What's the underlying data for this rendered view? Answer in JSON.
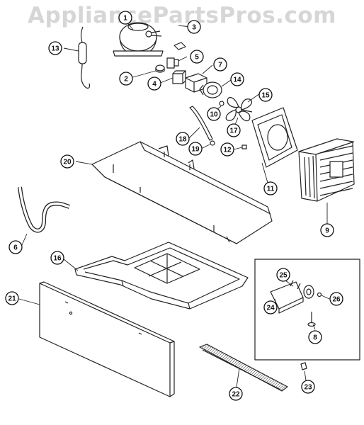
{
  "watermark": "AppliancePartsPros.com",
  "callouts": [
    "1",
    "2",
    "3",
    "4",
    "5",
    "6",
    "7",
    "8",
    "9",
    "10",
    "11",
    "12",
    "13",
    "14",
    "15",
    "16",
    "17",
    "18",
    "19",
    "20",
    "21",
    "22",
    "23",
    "24",
    "25",
    "26"
  ],
  "colors": {
    "ink": "#111111",
    "line": "#222222",
    "watermark": "#d6d6d6",
    "shade": "#9a9a9a"
  }
}
